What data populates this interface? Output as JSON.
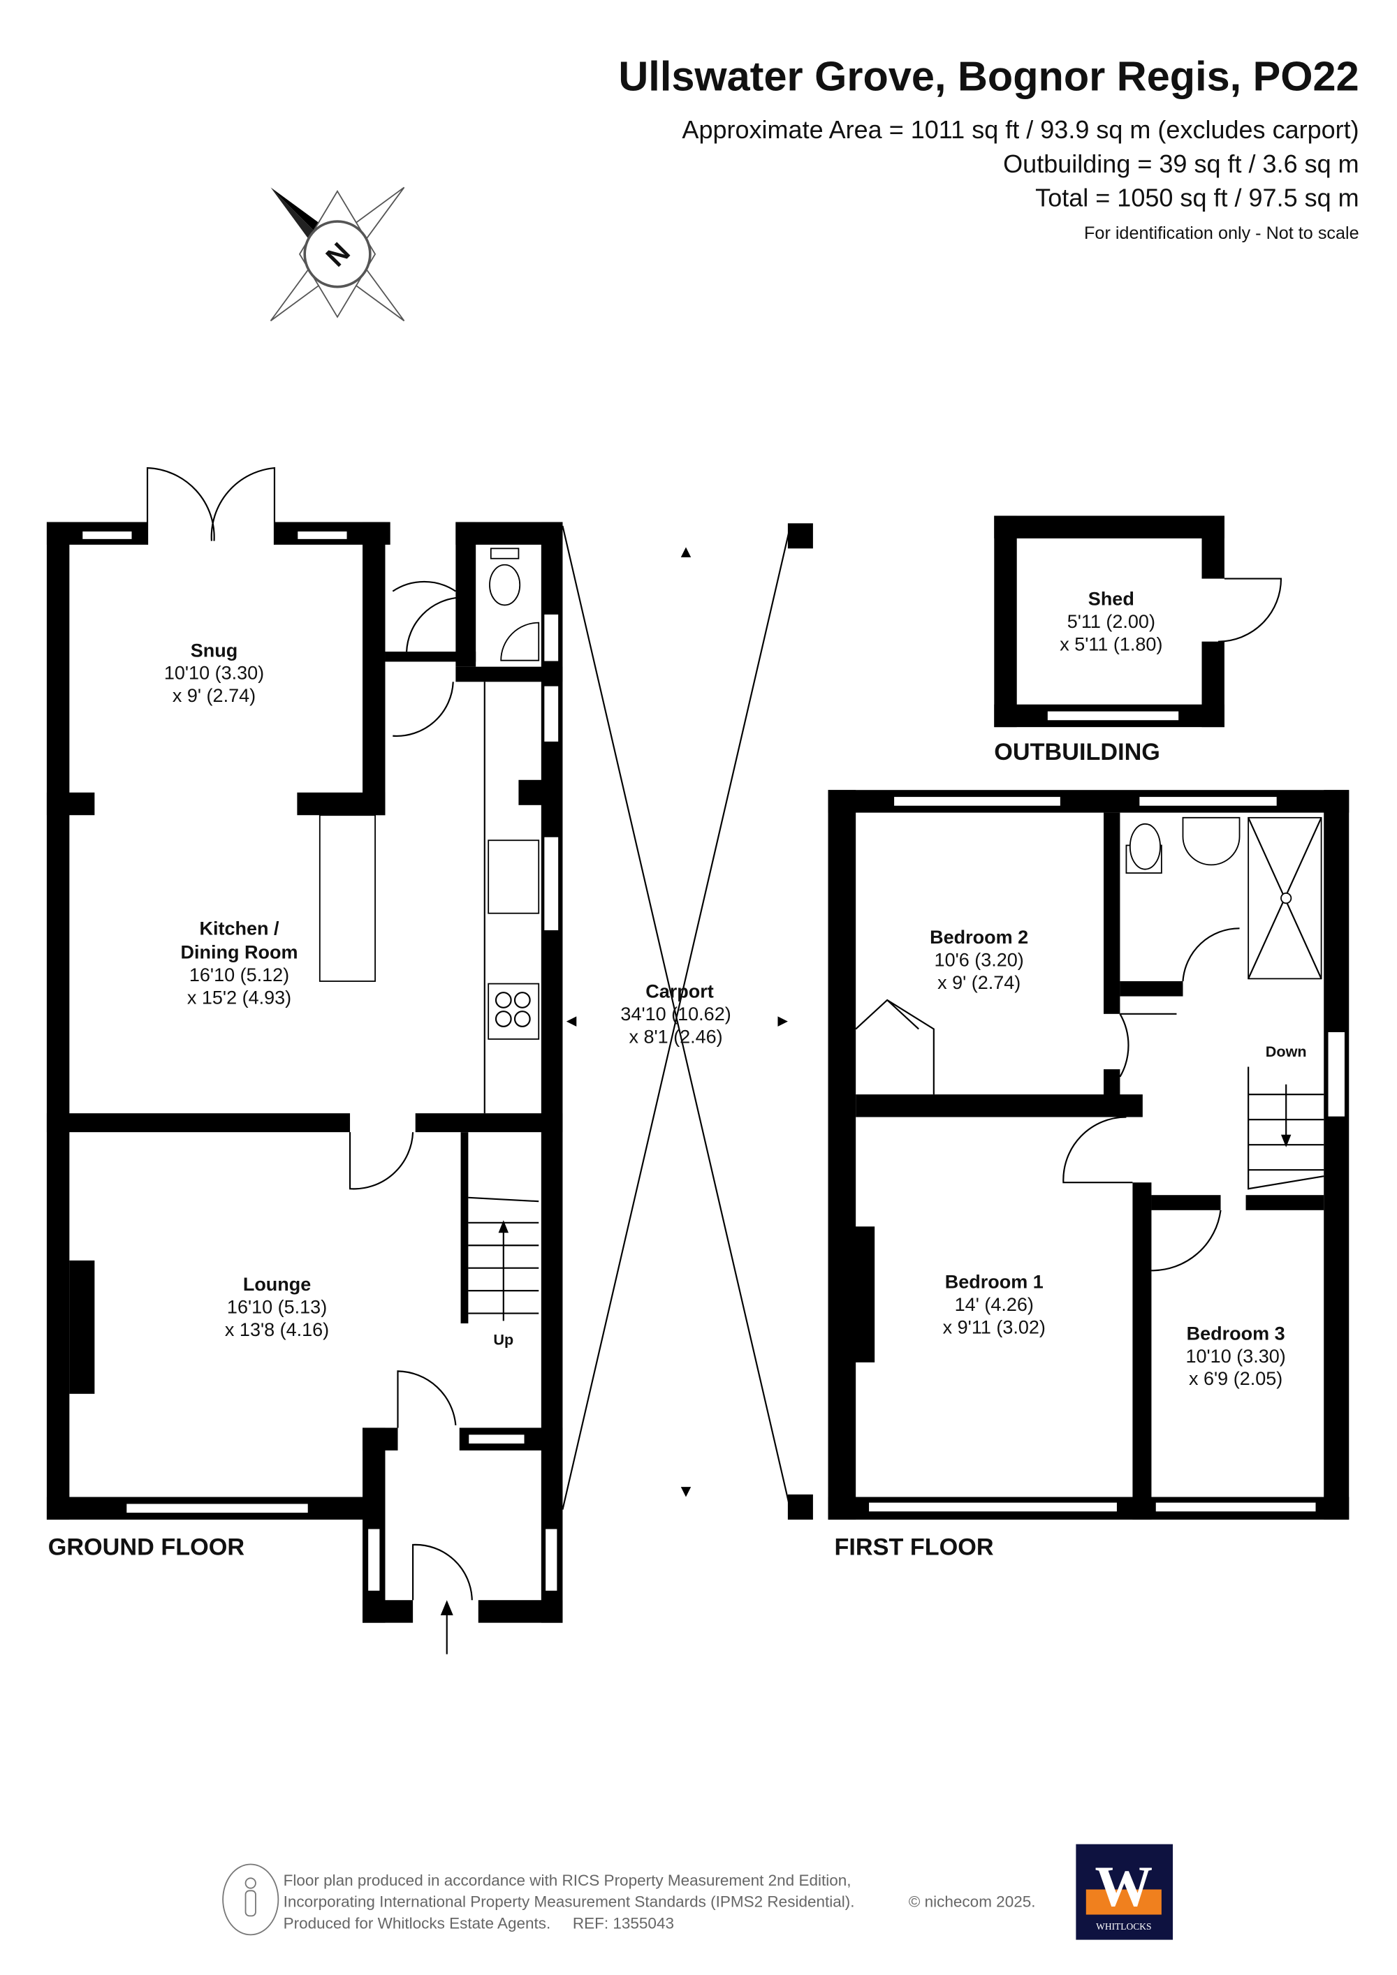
{
  "header": {
    "title": "Ullswater Grove, Bognor Regis, PO22",
    "area": "Approximate Area = 1011 sq ft / 93.9 sq m (excludes carport)",
    "outbuilding": "Outbuilding = 39 sq ft / 3.6 sq m",
    "total": "Total = 1050 sq ft / 97.5 sq m",
    "disclaimer": "For identification only - Not to scale"
  },
  "compass": {
    "letter": "N",
    "icon": "north-arrow-icon"
  },
  "ground_floor": {
    "label": "GROUND FLOOR",
    "rooms": [
      {
        "name": "Snug",
        "dim1": "10'10 (3.30)",
        "dim2": "x 9' (2.74)"
      },
      {
        "name": "Kitchen /",
        "name2": "Dining Room",
        "dim1": "16'10 (5.12)",
        "dim2": "x 15'2 (4.93)"
      },
      {
        "name": "Lounge",
        "dim1": "16'10 (5.13)",
        "dim2": "x 13'8 (4.16)"
      }
    ],
    "stairs": "Up"
  },
  "carport": {
    "name": "Carport",
    "dim1": "34'10 (10.62)",
    "dim2": "x 8'1 (2.46)"
  },
  "outbuilding": {
    "label": "OUTBUILDING",
    "room": {
      "name": "Shed",
      "dim1": "5'11 (2.00)",
      "dim2": "x 5'11 (1.80)"
    }
  },
  "first_floor": {
    "label": "FIRST FLOOR",
    "rooms": [
      {
        "name": "Bedroom 2",
        "dim1": "10'6 (3.20)",
        "dim2": "x 9' (2.74)"
      },
      {
        "name": "Bedroom 1",
        "dim1": "14' (4.26)",
        "dim2": "x 9'11 (3.02)"
      },
      {
        "name": "Bedroom 3",
        "dim1": "10'10 (3.30)",
        "dim2": "x 6'9 (2.05)"
      }
    ],
    "stairs": "Down"
  },
  "footer": {
    "line1": "Floor plan produced in accordance with RICS Property Measurement 2nd Edition,",
    "line2": "Incorporating International Property Measurement Standards (IPMS2 Residential).",
    "copyright": "© nichecom 2025.",
    "line3": "Produced for Whitlocks Estate Agents.",
    "ref": "REF: 1355043",
    "logo_letter": "W",
    "logo_text": "WHITLOCKS",
    "logo_colors": {
      "background": "#0e1240",
      "accent": "#f0801e"
    }
  }
}
